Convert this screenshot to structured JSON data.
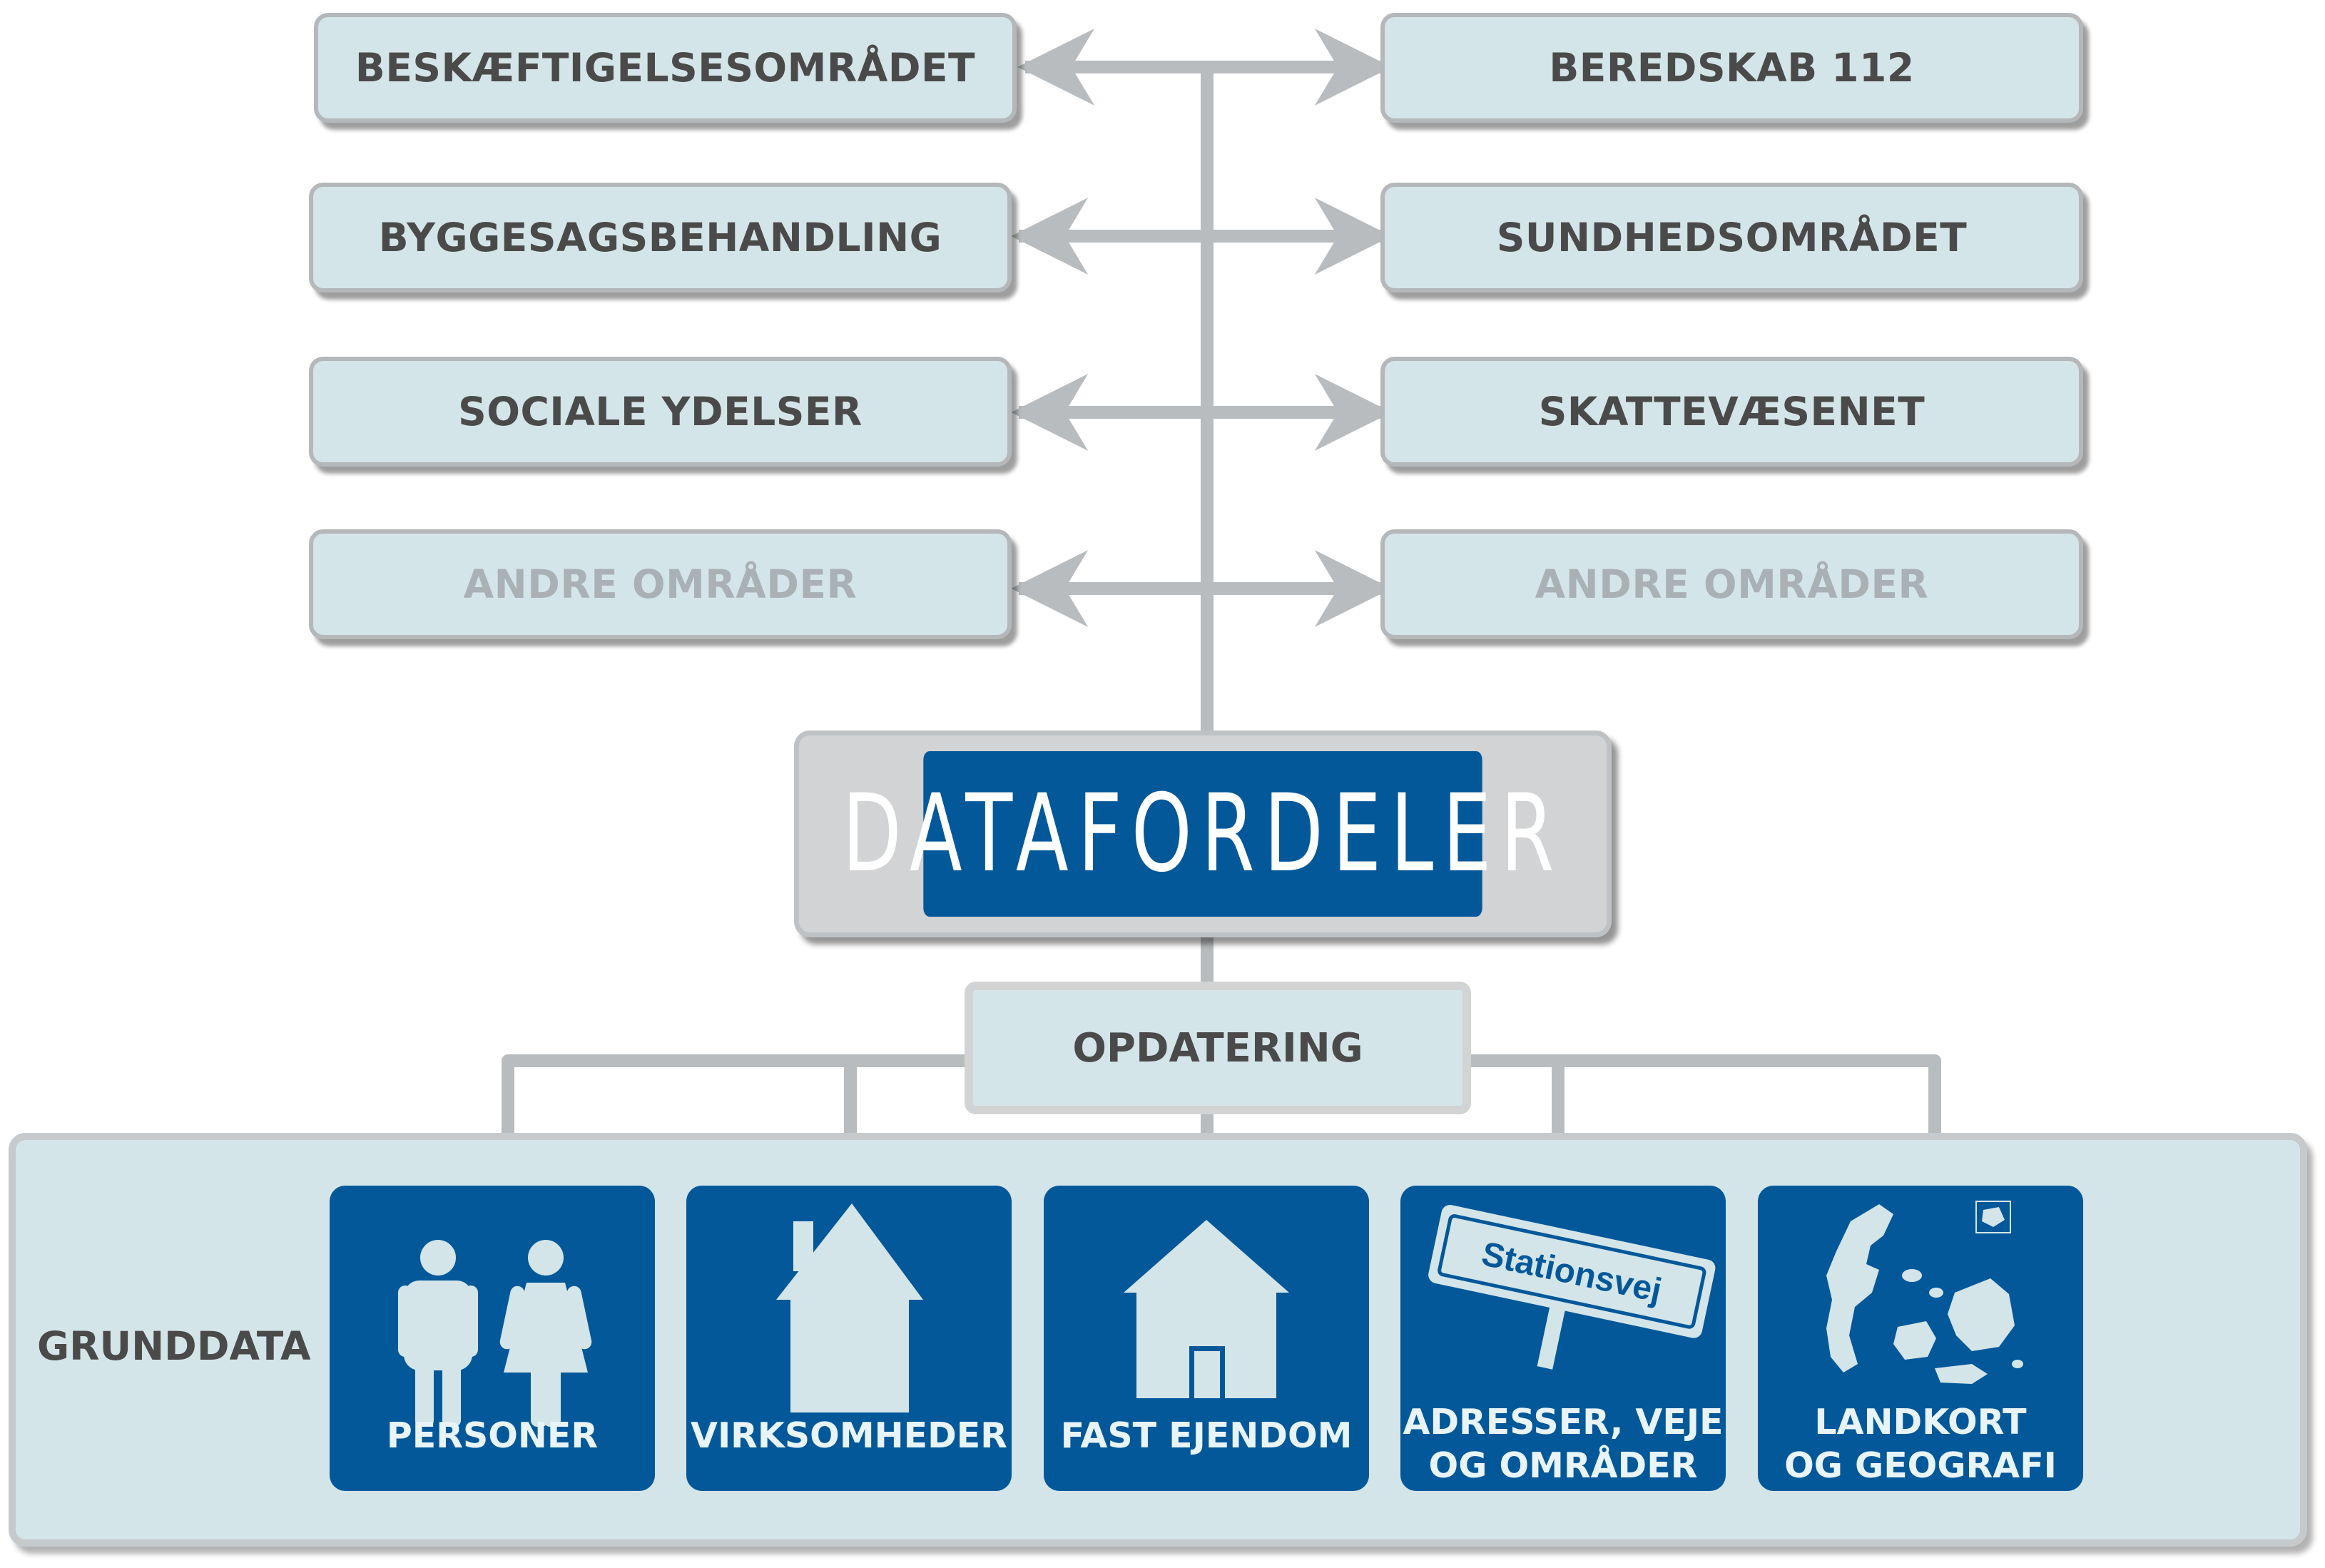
{
  "left_boxes": [
    {
      "label": "BESKÆFTIGELSESOMRÅDET"
    },
    {
      "label": "BYGGESAGSBEHANDLING"
    },
    {
      "label": "SOCIALE YDELSER"
    },
    {
      "label": "ANDRE OMRÅDER"
    }
  ],
  "right_boxes": [
    {
      "label": "BEREDSKAB 112"
    },
    {
      "label": "SUNDHEDSOMRÅDET"
    },
    {
      "label": "SKATTEVÆSENET"
    },
    {
      "label": "ANDRE OMRÅDER"
    }
  ],
  "hub": {
    "label": "DATAFORDELER"
  },
  "update": {
    "label": "OPDATERING"
  },
  "base": {
    "label": "GRUNDDATA"
  },
  "tiles": [
    {
      "line1": "PERSONER",
      "line2": "",
      "icon": "people-icon"
    },
    {
      "line1": "VIRKSOMHEDER",
      "line2": "",
      "icon": "building-icon"
    },
    {
      "line1": "FAST EJENDOM",
      "line2": "",
      "icon": "house-icon"
    },
    {
      "line1": "ADRESSER, VEJE",
      "line2": "OG OMRÅDER",
      "icon": "street-sign-icon",
      "sign_text": "Stationsvej"
    },
    {
      "line1": "LANDKORT",
      "line2": "OG GEOGRAFI",
      "icon": "denmark-map-icon"
    }
  ],
  "colors": {
    "box_fill": "#d4e5e9",
    "box_border": "#b4b8ba",
    "connector": "#b9bcbe",
    "tile_blue": "#03589a",
    "text_dark": "#4a4a4a",
    "text_muted": "#a9b1b4",
    "icon_fill": "#d4e5e9"
  }
}
